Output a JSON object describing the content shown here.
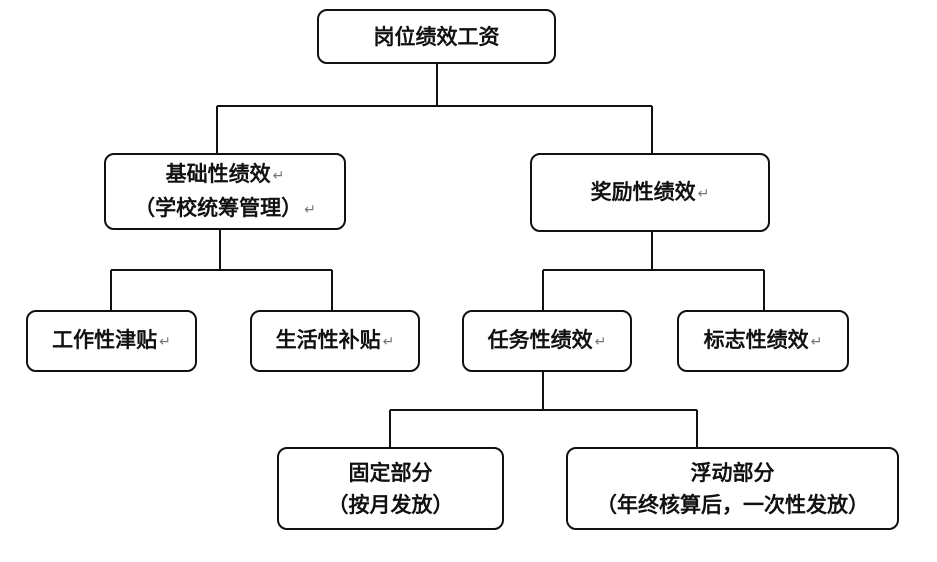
{
  "diagram": {
    "root": {
      "label": "岗位绩效工资"
    },
    "basic": {
      "label": "基础性绩效",
      "sublabel": "（学校统筹管理）"
    },
    "incentive": {
      "label": "奖励性绩效"
    },
    "work_allowance": {
      "label": "工作性津贴"
    },
    "living_allowance": {
      "label": "生活性补贴"
    },
    "task": {
      "label": "任务性绩效"
    },
    "symbolic": {
      "label": "标志性绩效"
    },
    "fixed": {
      "label": "固定部分",
      "sublabel": "（按月发放）"
    },
    "floating": {
      "label": "浮动部分",
      "sublabel": "（年终核算后，一次性发放）"
    },
    "return_mark": "↵",
    "colors": {
      "line": "#111111",
      "box_border": "#111111",
      "mark": "#777777"
    }
  }
}
